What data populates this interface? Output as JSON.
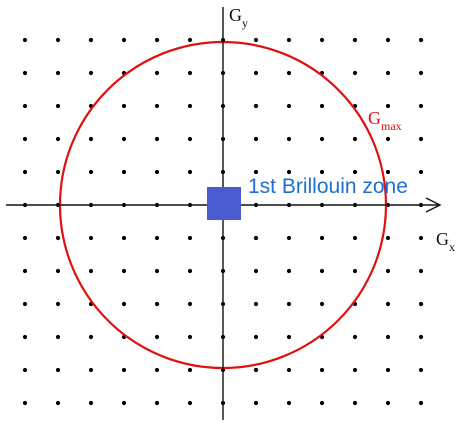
{
  "diagram": {
    "lattice_columns": 13,
    "lattice_rows": 12,
    "axis_x_label": "G",
    "axis_x_subscript": "x",
    "axis_y_label": "G",
    "axis_y_subscript": "y",
    "circle_label": "G",
    "circle_subscript": "max",
    "zone_label": "1st Brillouin zone"
  },
  "colors": {
    "circle": "#e01010",
    "zone_fill": "#4a5bd0",
    "zone_text": "#1f6fd0",
    "axes": "#111111",
    "dots": "#000000"
  }
}
